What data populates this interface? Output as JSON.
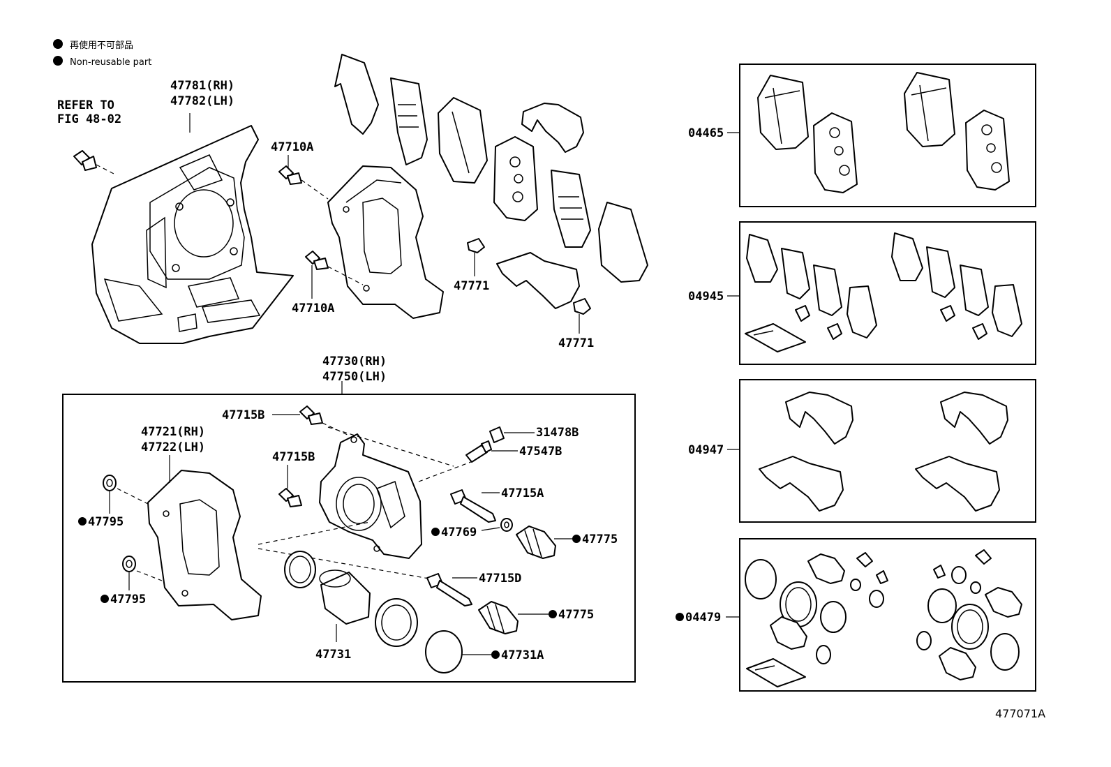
{
  "legend": {
    "line_ja": "再使用不可部品",
    "line_en": "Non-reusable part"
  },
  "labels": {
    "refer_to": "REFER TO",
    "fig": "FIG 48-02",
    "shield_rh": "47781(RH)",
    "shield_lh": "47782(LH)",
    "bolt_47710a_top": "47710A",
    "bolt_47710a_bot": "47710A",
    "clip_47771_a": "47771",
    "clip_47771_b": "47771",
    "assy_rh": "47730(RH)",
    "assy_lh": "47750(LH)",
    "bolt_47715b_a": "47715B",
    "bolt_47715b_b": "47715B",
    "mount_rh": "47721(RH)",
    "mount_lh": "47722(LH)",
    "washer_47795_a": "47795",
    "washer_47795_b": "47795",
    "cap_31478b": "31478B",
    "bleeder_47547b": "47547B",
    "pin_47715a": "47715A",
    "bush_47769": "47769",
    "boot_47775_a": "47775",
    "pin_47715d": "47715D",
    "boot_47775_b": "47775",
    "piston_47731": "47731",
    "seal_47731a": "47731A",
    "kit_04465": "04465",
    "kit_04945": "04945",
    "kit_04947": "04947",
    "kit_04479": "04479"
  },
  "figure_id": "477071A"
}
